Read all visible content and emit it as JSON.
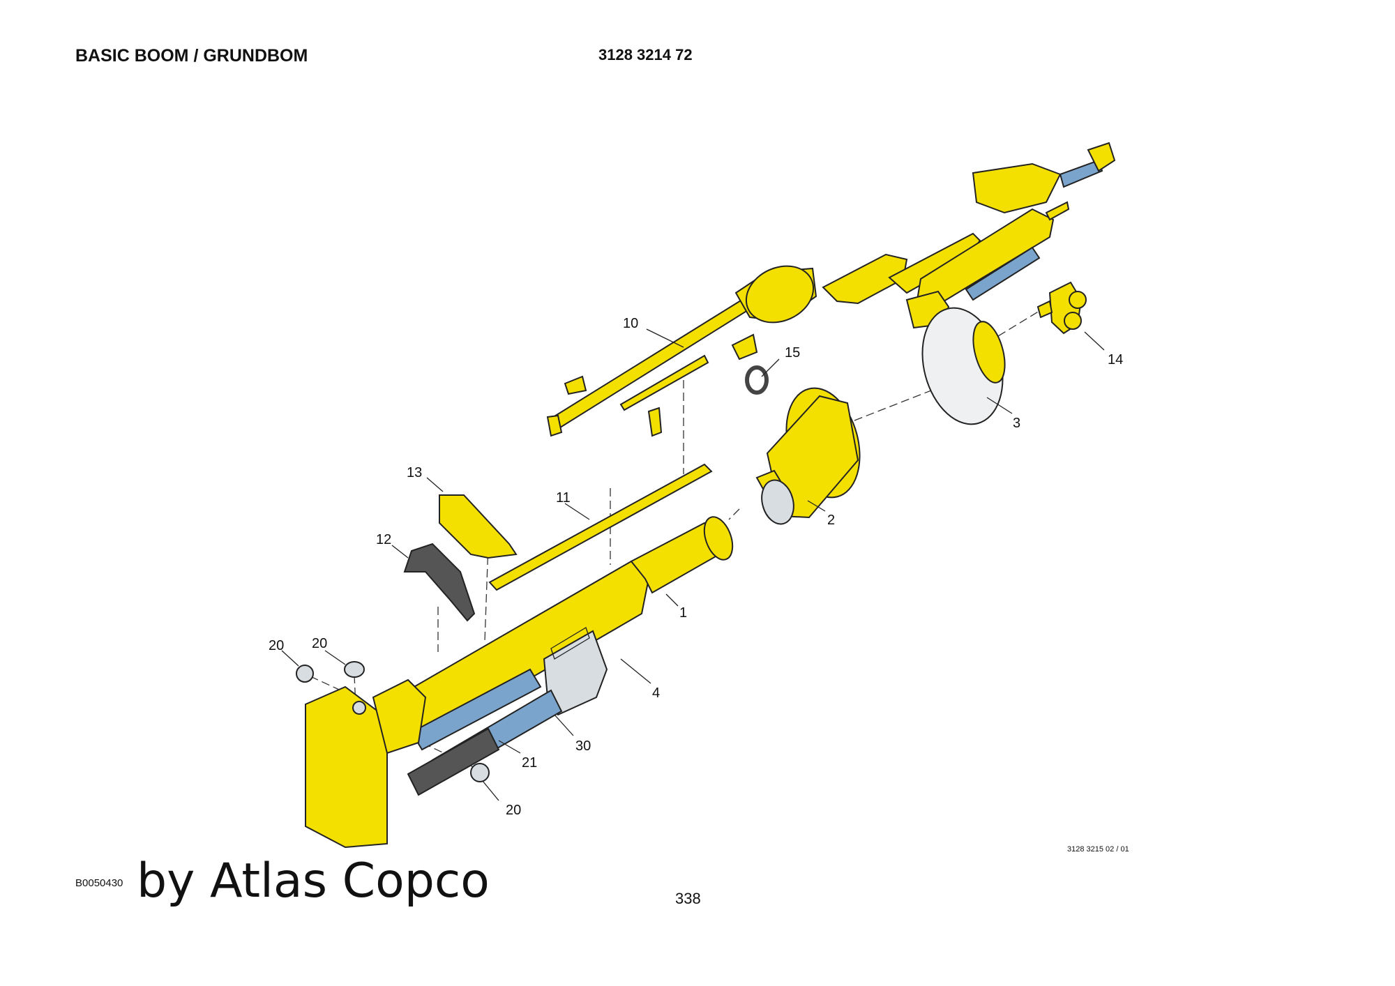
{
  "header": {
    "title": "BASIC BOOM / GRUNDBOM",
    "document_number": "3128 3214 72"
  },
  "footer": {
    "reference_number": "3128 3215 02 / 01",
    "image_code": "B0050430",
    "credit": "by Atlas Copco",
    "page_number": "338"
  },
  "diagram": {
    "callouts": [
      "10",
      "15",
      "14",
      "3",
      "13",
      "11",
      "2",
      "12",
      "1",
      "20",
      "20",
      "4",
      "30",
      "21",
      "20"
    ],
    "colors": {
      "boom": "#f4e000",
      "cylinder": "#7aa4cc",
      "outline": "#222222"
    }
  }
}
